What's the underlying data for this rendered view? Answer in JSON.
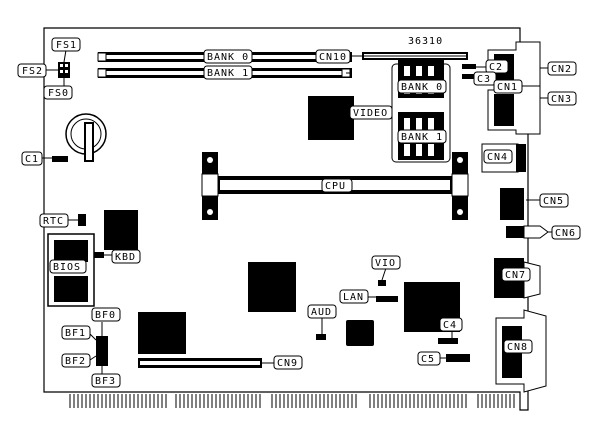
{
  "board": {
    "part_number": "36310",
    "colors": {
      "ink": "#000000",
      "paper": "#ffffff"
    }
  },
  "labels": {
    "fs1": "FS1",
    "fs2": "FS2",
    "fs0": "FS0",
    "bank0_dimm": "BANK 0",
    "bank1_dimm": "BANK 1",
    "cn10": "CN10",
    "c2": "C2",
    "c3": "C3",
    "cn2": "CN2",
    "cn1": "CN1",
    "cn3": "CN3",
    "bank0_sodimm": "BANK 0",
    "bank1_sodimm": "BANK 1",
    "video": "VIDEO",
    "c1": "C1",
    "cpu": "CPU",
    "cn4": "CN4",
    "cn5": "CN5",
    "cn6": "CN6",
    "rtc": "RTC",
    "bios": "BIOS",
    "kbd": "KBD",
    "vio": "VIO",
    "lan": "LAN",
    "aud": "AUD",
    "cn7": "CN7",
    "c4": "C4",
    "c5": "C5",
    "cn8": "CN8",
    "cn9": "CN9",
    "bf0": "BF0",
    "bf1": "BF1",
    "bf2": "BF2",
    "bf3": "BF3"
  }
}
